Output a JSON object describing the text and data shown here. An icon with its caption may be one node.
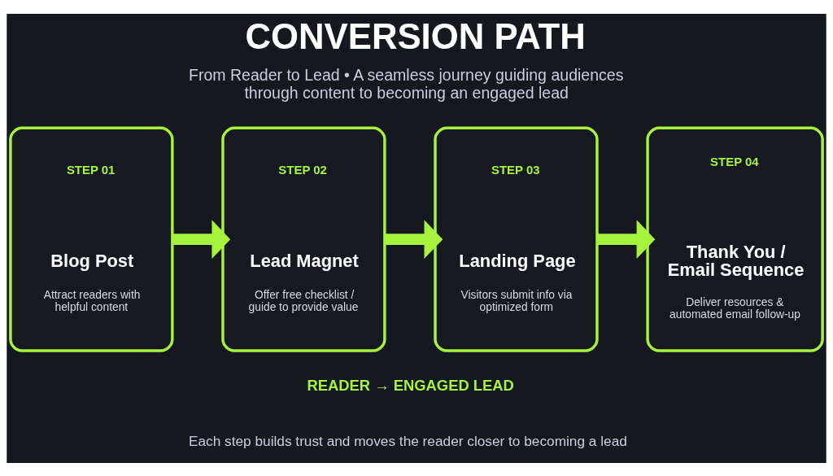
{
  "diagram": {
    "title": "CONVERSION PATH",
    "nodes": [
      {
        "text": [
          "STEP 01",
          "Blog Post",
          "Attract readers with helpful content"
        ]
      },
      {
        "text": [
          "STEP 02",
          "Lead Magnet",
          "Offer free checklist / guide to provide value"
        ]
      },
      {
        "text": [
          "STEP 03",
          "Landing Page",
          "Visitors submit info via optimized form"
        ]
      },
      {
        "text": [
          "STEP 04",
          "Thank You / Email Sequence",
          "Deliver resources & automated email follow-up"
        ]
      }
    ],
    "edges": [
      {
        "from": 0,
        "to": 1,
        "arrow": "to"
      },
      {
        "from": 1,
        "to": 2,
        "arrow": "to"
      },
      {
        "from": 2,
        "to": 3,
        "arrow": "to"
      }
    ],
    "labels": [
      "From Reader to Lead • A seamless journey guiding audiences through content to becoming an engaged lead",
      "READER → ENGAGED LEAD",
      "Each step builds trust and moves the reader closer to becoming a lead"
    ]
  }
}
